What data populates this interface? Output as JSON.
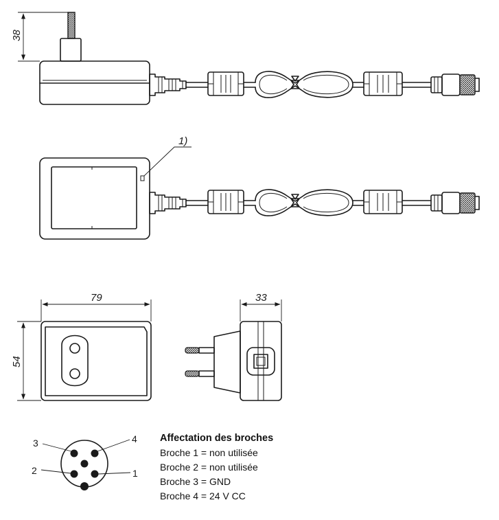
{
  "dimensions": {
    "plug_height": "38",
    "width": "79",
    "height": "54",
    "depth": "33"
  },
  "callout": "1)",
  "pins": {
    "labels": [
      "1",
      "2",
      "3",
      "4"
    ]
  },
  "pin_assignment": {
    "title": "Affectation des broches",
    "lines": [
      "Broche 1 = non utilisée",
      "Broche 2 = non utilisée",
      "Broche 3 = GND",
      "Broche 4 = 24 V CC"
    ]
  }
}
